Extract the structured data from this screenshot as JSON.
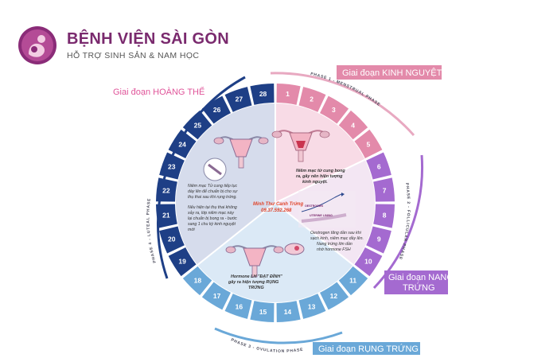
{
  "brand": {
    "name": "BỆNH VIỆN SÀI GÒN",
    "tagline": "HỖ TRỢ SINH SẢN & NAM HỌC"
  },
  "stages": {
    "hoang_the": "Giai đoạn HOÀNG THỂ",
    "kinh_nguyet": "Giai đoạn KINH NGUYỆT",
    "nang_trung_line1": "Giai đoạn NANG",
    "nang_trung_line2": "TRỨNG",
    "rung_trung": "Giai đoạn RỤNG TRỨNG"
  },
  "phases": {
    "menstrual": "PHASE 1 - MENSTRUAL PHASE",
    "follicular": "PHASE 2 - FOLLICULAR PHASE",
    "ovulation": "PHASE 3 - OVULATION PHASE",
    "luteal": "PHASE 4 - LUTEAL PHASE"
  },
  "days": [
    "1",
    "2",
    "3",
    "4",
    "5",
    "6",
    "7",
    "8",
    "9",
    "10",
    "11",
    "12",
    "13",
    "14",
    "15",
    "16",
    "17",
    "18",
    "19",
    "20",
    "21",
    "22",
    "23",
    "24",
    "25",
    "26",
    "27",
    "28"
  ],
  "notes": {
    "menstrual_1": "Niêm mạc tử cung bong",
    "menstrual_2": "ra, gây nên hiện tượng",
    "menstrual_3": "kinh nguyệt.",
    "luteal_1": "Niêm mạc Tử cung tiếp tục",
    "luteal_2": "dày lên để chuẩn bị cho sự",
    "luteal_3": "thụ thai sau khi rụng trứng.",
    "luteal_4": "Nếu hiện tại thụ thai không",
    "luteal_5": "xảy ra, lớp niêm mạc này",
    "luteal_6": "lại chuẩn bị bong ra - bước",
    "luteal_7": "sang 1 chu kỳ kinh nguyệt",
    "luteal_8": "mới",
    "follicular_1": "Oestrogen tăng dần sau khi",
    "follicular_2": "sạch kinh, niêm mạc dầy lên.",
    "follicular_3": "Nang trứng lớn dần",
    "follicular_4": "nhờ hormone FSH",
    "ovulation_1": "Hormone LH \"ĐẠT ĐỈNH\"",
    "ovulation_2": "gây ra hiện tượng RỤNG",
    "ovulation_3": "TRỨNG"
  },
  "graph": {
    "oestrogen": "OESTROGEN",
    "lining": "UTERINE LINING"
  },
  "watermark": {
    "name": "Minh Thư Canh Trứng",
    "phone": "09.37.592.268"
  },
  "colors": {
    "menstrual": "#e38aaa",
    "follicular": "#a46ad0",
    "ovulation": "#6aa8d8",
    "luteal": "#1e3f86",
    "brand": "#7a2a6e"
  }
}
